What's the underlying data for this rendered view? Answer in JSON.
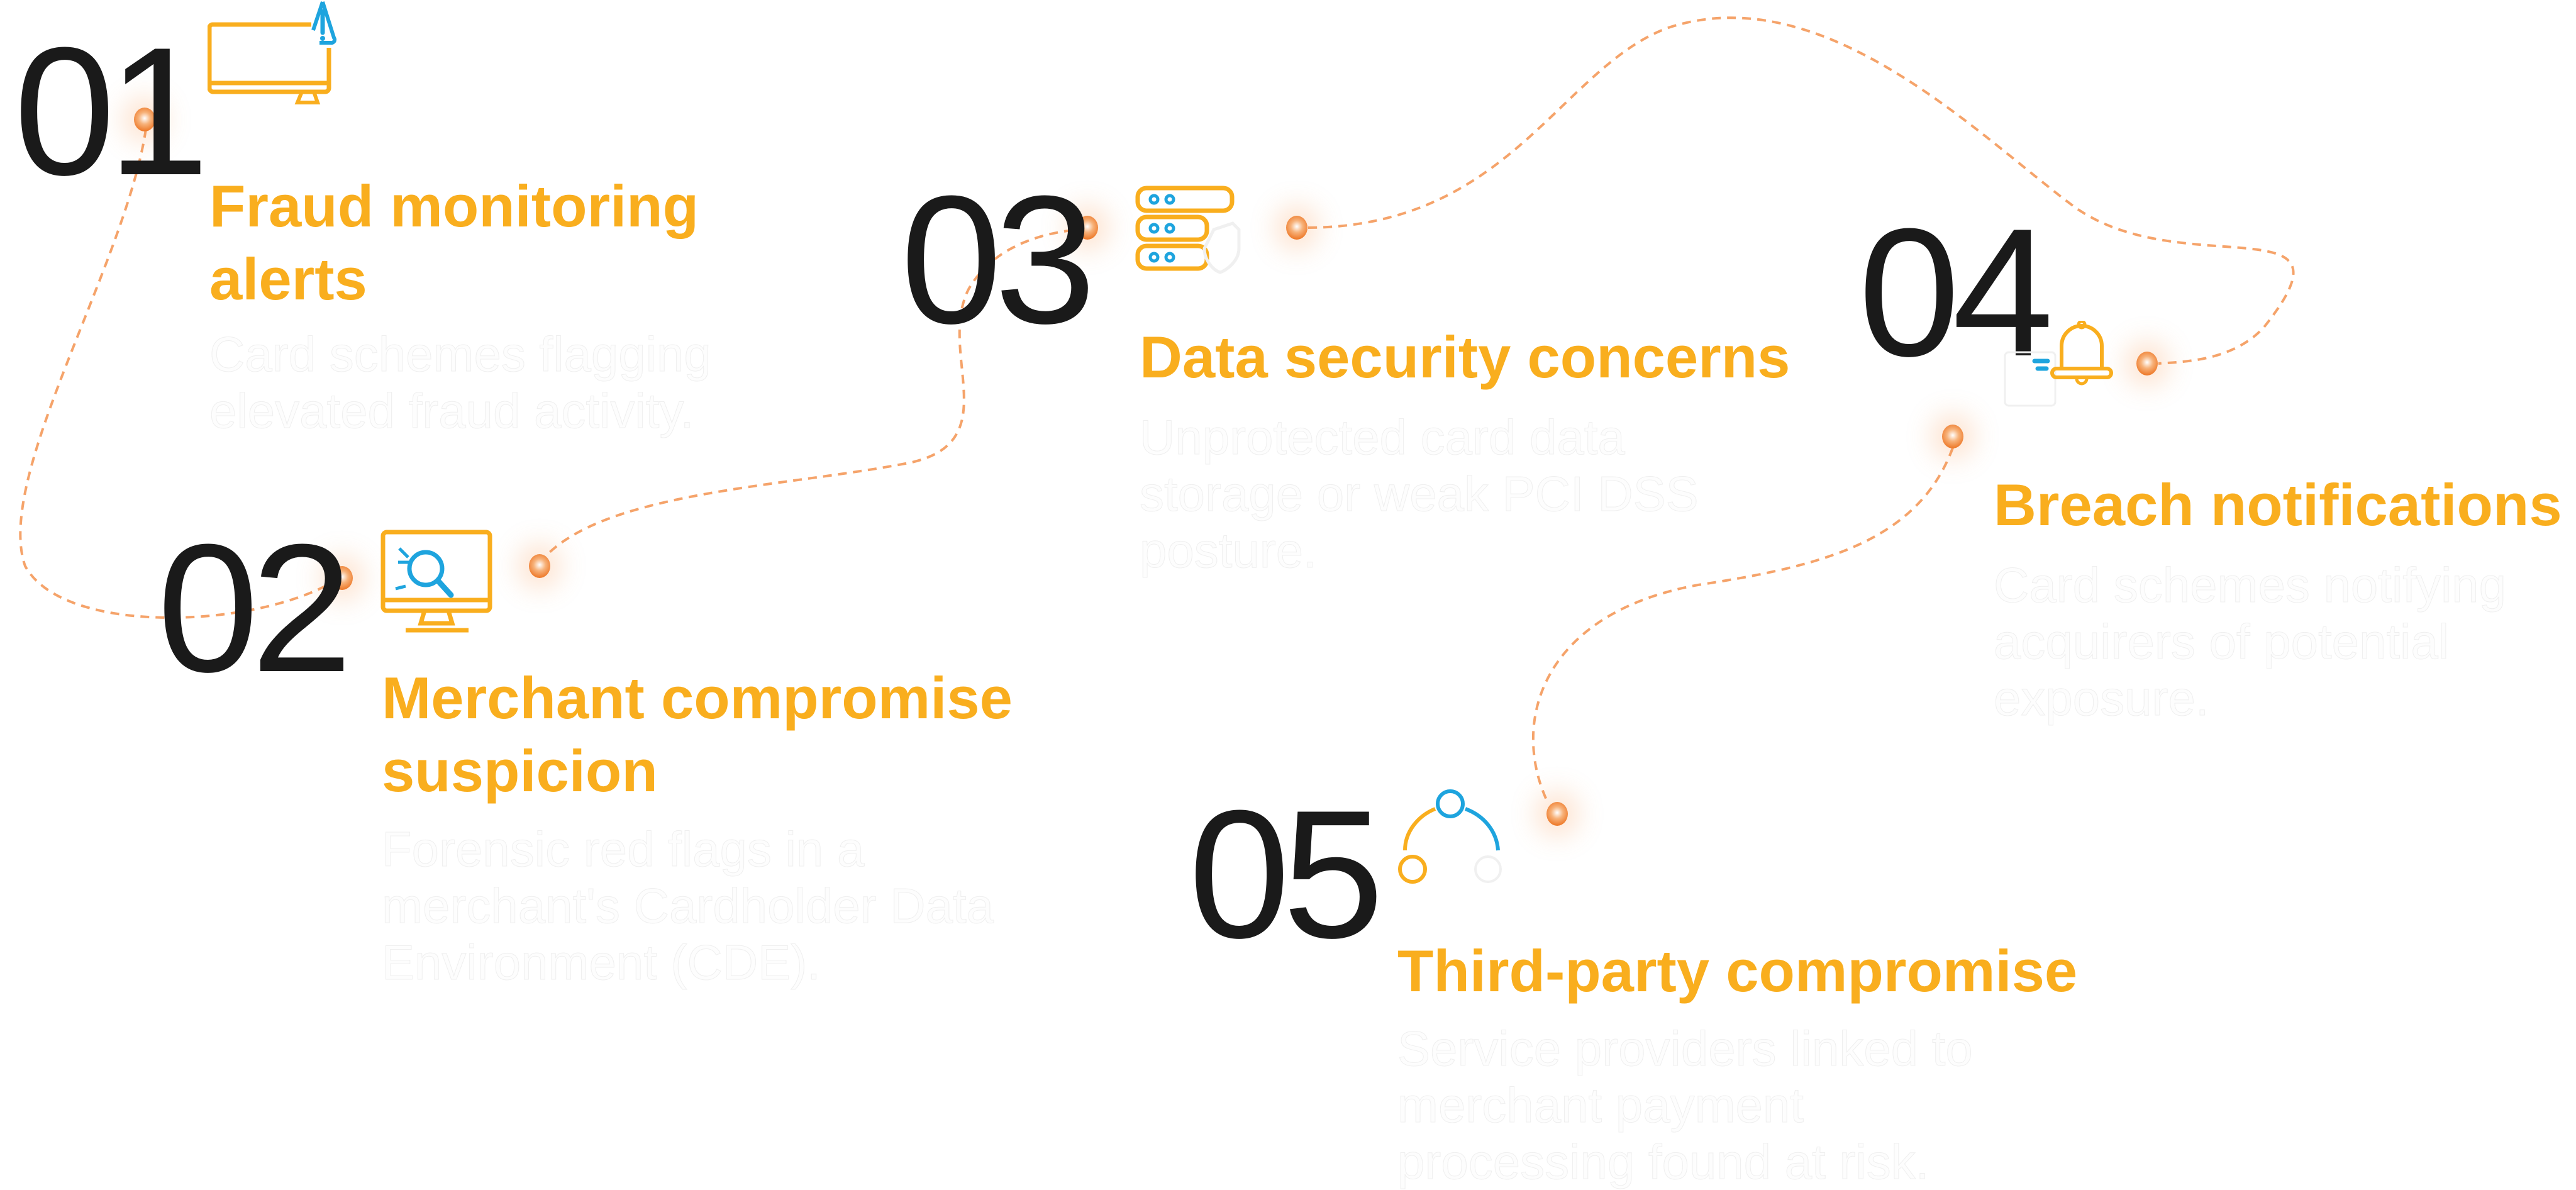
{
  "colors": {
    "accent": "#F9AE1E",
    "secondary": "#1EA4DE",
    "path": "#F5A36A",
    "number": "#1a1a1a"
  },
  "steps": [
    {
      "number": "01",
      "title_lines": [
        "Fraud monitoring",
        "alerts"
      ],
      "desc_lines": [
        "Card schemes flagging",
        "elevated fraud activity."
      ],
      "icon": "monitor-warning-icon"
    },
    {
      "number": "02",
      "title_lines": [
        "Merchant compromise",
        "suspicion"
      ],
      "desc_lines": [
        "Forensic red flags in a",
        "merchant's Cardholder Data",
        "Environment (CDE)."
      ],
      "icon": "monitor-magnifier-icon"
    },
    {
      "number": "03",
      "title_lines": [
        "Data security concerns"
      ],
      "desc_lines": [
        "Unprotected card data",
        "storage or weak PCI DSS",
        "posture."
      ],
      "icon": "server-shield-icon"
    },
    {
      "number": "04",
      "title_lines": [
        "Breach notifications"
      ],
      "desc_lines": [
        "Card schemes notifying",
        "acquirers of potential",
        "exposure."
      ],
      "icon": "envelope-bell-icon"
    },
    {
      "number": "05",
      "title_lines": [
        "Third-party compromise"
      ],
      "desc_lines": [
        "Service providers linked to",
        "merchant payment",
        "processing found at risk."
      ],
      "icon": "network-nodes-icon"
    }
  ]
}
